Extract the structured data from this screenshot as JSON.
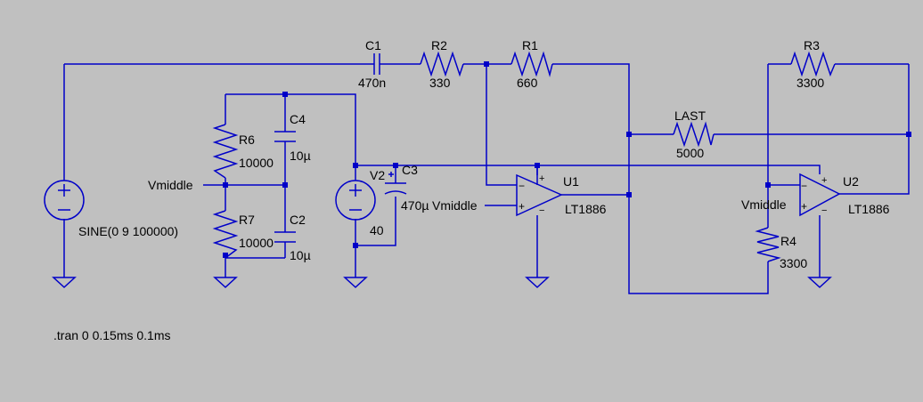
{
  "colors": {
    "background": "#c0c0c0",
    "wire": "#0000c8",
    "text": "#000000"
  },
  "components": {
    "source_sine": {
      "value": "SINE(0 9 100000)"
    },
    "c1": {
      "name": "C1",
      "value": "470n"
    },
    "r2": {
      "name": "R2",
      "value": "330"
    },
    "r1": {
      "name": "R1",
      "value": "660"
    },
    "r3": {
      "name": "R3",
      "value": "3300"
    },
    "last": {
      "name": "LAST",
      "value": "5000"
    },
    "r6": {
      "name": "R6",
      "value": "10000"
    },
    "r7": {
      "name": "R7",
      "value": "10000"
    },
    "c4": {
      "name": "C4",
      "value": "10µ"
    },
    "c2": {
      "name": "C2",
      "value": "10µ"
    },
    "v2": {
      "name": "V2",
      "value": "40"
    },
    "c3": {
      "name": "C3",
      "value": "470µ"
    },
    "u1": {
      "name": "U1",
      "value": "LT1886"
    },
    "u2": {
      "name": "U2",
      "value": "LT1886"
    },
    "r4": {
      "name": "R4",
      "value": "3300"
    }
  },
  "net_labels": {
    "vmiddle_divider": "Vmiddle",
    "vmiddle_u1": "Vmiddle",
    "vmiddle_u2": "Vmiddle"
  },
  "pin_signs": {
    "minus": "−",
    "plus": "+"
  },
  "directive": ".tran 0 0.15ms 0.1ms"
}
